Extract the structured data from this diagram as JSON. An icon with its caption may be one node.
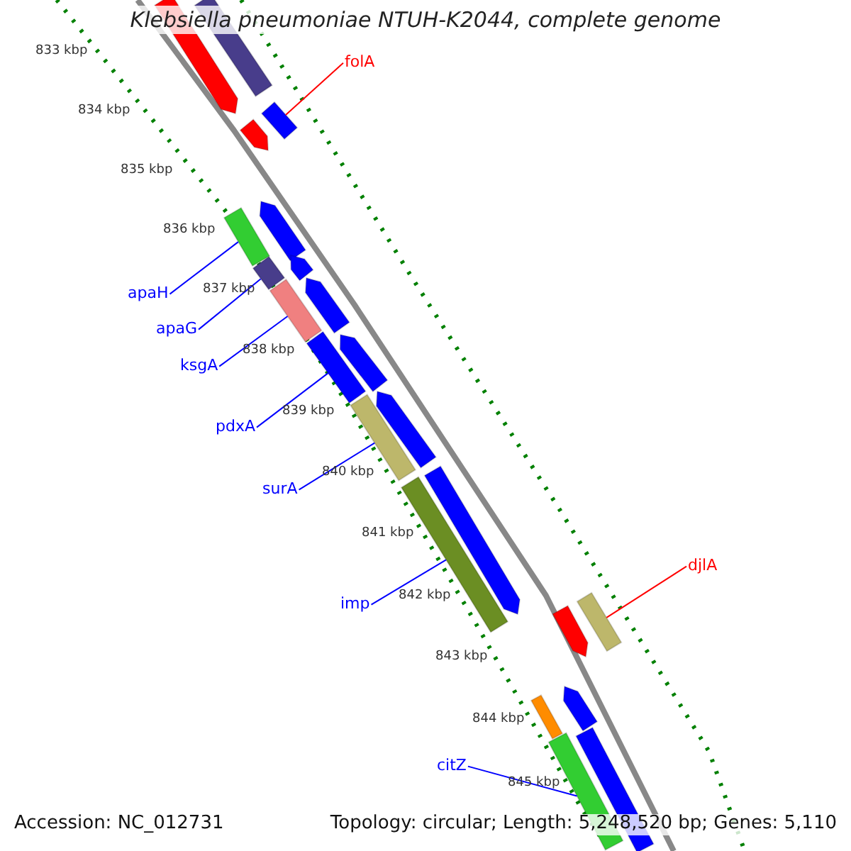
{
  "diagram": {
    "title": "Klebsiella pneumoniae NTUH-K2044, complete genome",
    "nodes": [
      {
        "text": [
          "folA"
        ]
      },
      {
        "text": [],
        "shape": "bar"
      },
      {
        "text": [
          "apaH"
        ]
      },
      {
        "text": [],
        "shape": "bar"
      },
      {
        "text": [
          "apaG"
        ]
      },
      {
        "text": [],
        "shape": "bar"
      },
      {
        "text": [
          "ksgA"
        ]
      },
      {
        "text": [],
        "shape": "bar"
      },
      {
        "text": [
          "pdxA"
        ]
      },
      {
        "text": [],
        "shape": "bar"
      },
      {
        "text": [
          "surA"
        ]
      },
      {
        "text": [],
        "shape": "bar"
      },
      {
        "text": [
          "imp"
        ]
      },
      {
        "text": [],
        "shape": "bar"
      },
      {
        "text": [
          "djlA"
        ]
      },
      {
        "text": [],
        "shape": "bar"
      },
      {
        "text": [
          "citZ"
        ]
      },
      {
        "text": [],
        "shape": "bar"
      },
      {
        "text": [],
        "shape": "bar"
      },
      {
        "text": [],
        "shape": "bar"
      },
      {
        "text": [],
        "shape": "bar"
      },
      {
        "text": [],
        "shape": "bar"
      },
      {
        "text": [],
        "shape": "bar"
      },
      {
        "text": [],
        "shape": "bar"
      },
      {
        "text": [],
        "shape": "bar"
      },
      {
        "text": [],
        "shape": "bar"
      },
      {
        "text": [],
        "shape": "bar"
      },
      {
        "text": [],
        "shape": "bar"
      },
      {
        "text": [],
        "shape": "bar"
      },
      {
        "text": [],
        "shape": "bar"
      },
      {
        "text": [],
        "shape": "bar"
      }
    ],
    "edges": [
      {
        "from": 0,
        "to": 1,
        "arrow": "none",
        "color": "#ff0000"
      },
      {
        "from": 2,
        "to": 3,
        "arrow": "none"
      },
      {
        "from": 4,
        "to": 5,
        "arrow": "none"
      },
      {
        "from": 6,
        "to": 7,
        "arrow": "none"
      },
      {
        "from": 8,
        "to": 9,
        "arrow": "none"
      },
      {
        "from": 10,
        "to": 11,
        "arrow": "none"
      },
      {
        "from": 12,
        "to": 13,
        "arrow": "none"
      },
      {
        "from": 14,
        "to": 15,
        "arrow": "none",
        "color": "#ff0000"
      },
      {
        "from": 16,
        "to": 17,
        "arrow": "none"
      }
    ],
    "labels": [
      "833 kbp",
      "834 kbp",
      "835 kbp",
      "836 kbp",
      "837 kbp",
      "838 kbp",
      "839 kbp",
      "840 kbp",
      "841 kbp",
      "842 kbp",
      "843 kbp",
      "844 kbp",
      "845 kbp",
      "Accession: NC_012731",
      "Topology: circular; Length: 5,248,520 bp; Genes: 5,110"
    ]
  }
}
